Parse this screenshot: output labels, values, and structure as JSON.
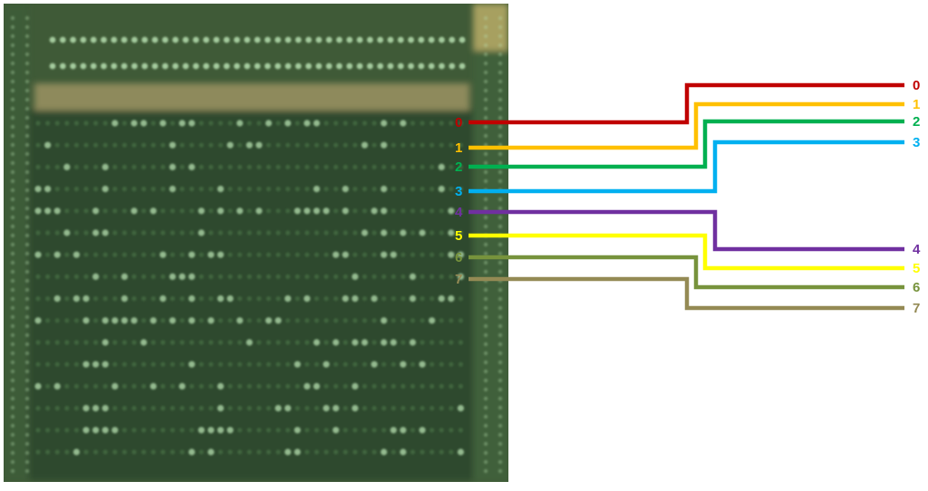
{
  "colors": {
    "background": "#ffffff",
    "die_base": "#3f5a37",
    "die_bg_dark": "#2f4a2e",
    "die_band": "#8e8a5b",
    "die_edge": "#a7a060",
    "dot_dim": "#4e7b4a",
    "dot_lit": "#b7e0b0"
  },
  "bits": [
    {
      "label": "0",
      "color": "#c00000"
    },
    {
      "label": "1",
      "color": "#ffc000"
    },
    {
      "label": "2",
      "color": "#00b050"
    },
    {
      "label": "3",
      "color": "#00b0f0"
    },
    {
      "label": "4",
      "color": "#7030a0"
    },
    {
      "label": "5",
      "color": "#ffff00"
    },
    {
      "label": "6",
      "color": "#77933c"
    },
    {
      "label": "7",
      "color": "#948a54"
    }
  ]
}
